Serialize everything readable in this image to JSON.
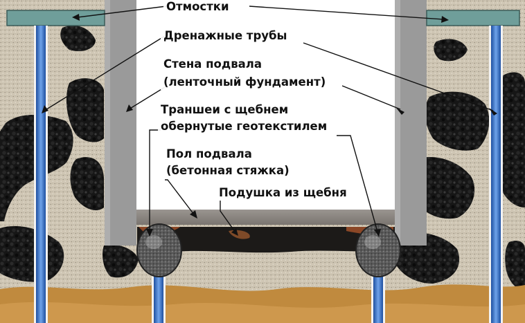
{
  "labels": {
    "otmostki": "Отмостки",
    "drain_pipes": "Дренажные трубы",
    "wall_line1": "Стена подвала",
    "wall_line2": "(ленточный фундамент)",
    "trench_line1": "Траншеи с щебнем",
    "trench_line2": "обернутые геотекстилем",
    "floor_line1": "Пол подвала",
    "floor_line2": "(бетонная стяжка)",
    "cushion": "Подушка из щебня"
  },
  "colors": {
    "soil": "#cfc6b4",
    "gravel": "#141414",
    "wall": "#9a9a9a",
    "blind_area": "#6f9e9a",
    "pipe_blue": "#2f6fc7",
    "slab": "#8b8680",
    "sand": "#c08a3e"
  }
}
